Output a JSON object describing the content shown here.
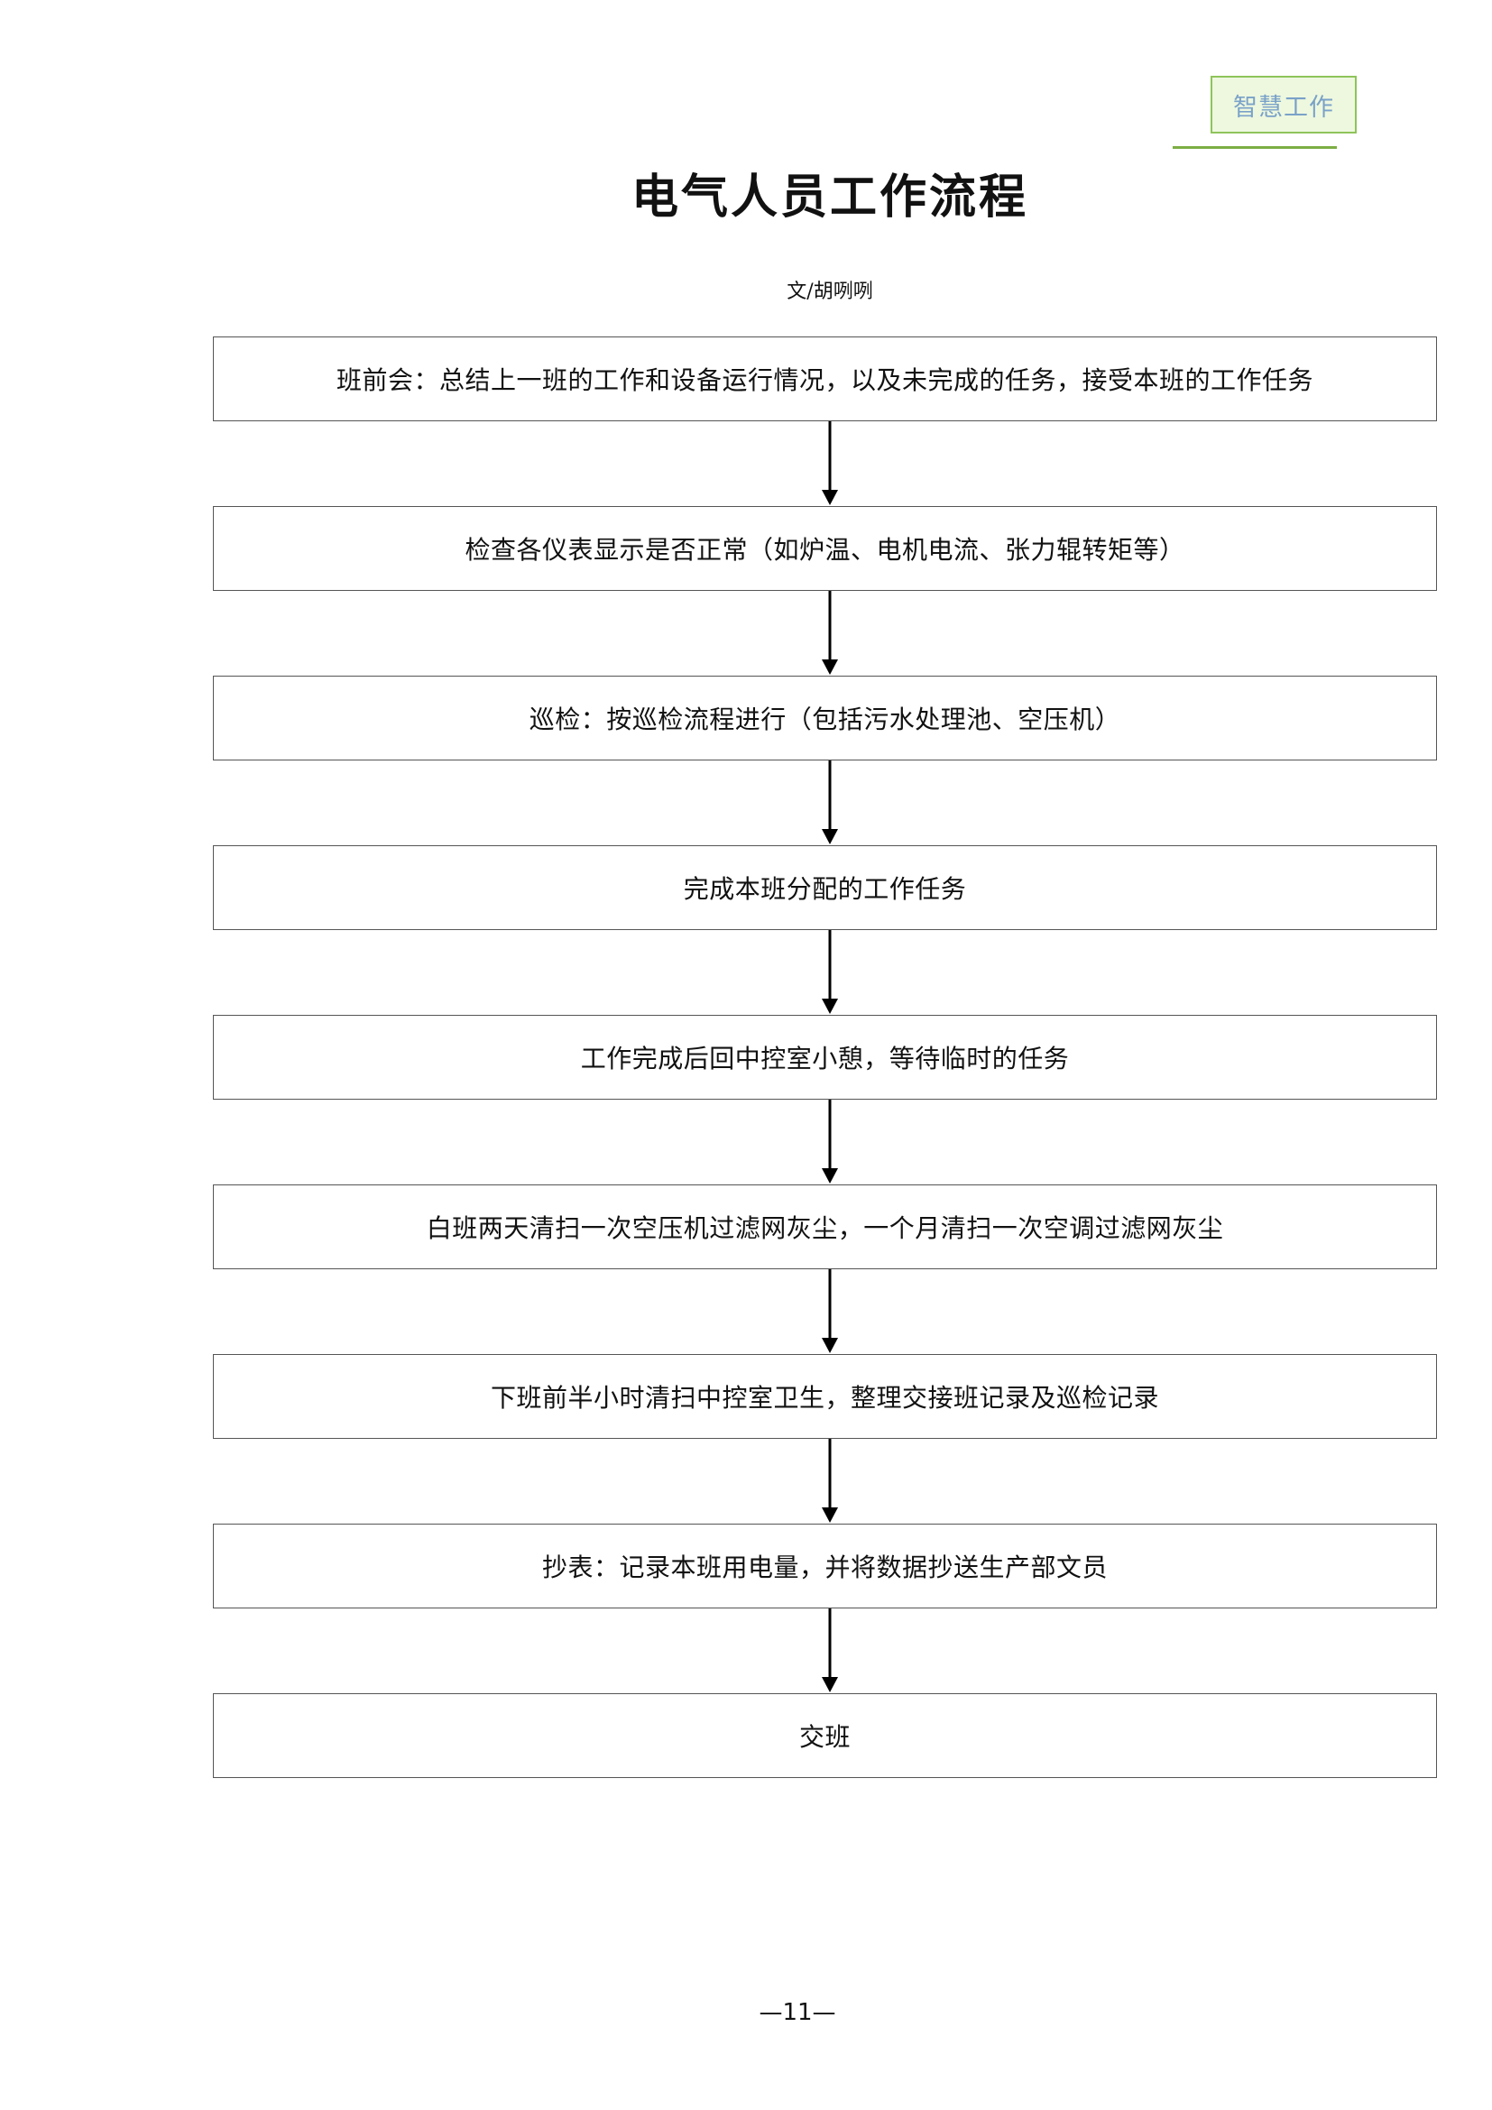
{
  "header": {
    "badge_text": "智慧工作"
  },
  "document": {
    "title": "电气人员工作流程",
    "author": "文/胡咧咧"
  },
  "flowchart": {
    "steps": [
      "班前会：总结上一班的工作和设备运行情况，以及未完成的任务，接受本班的工作任务",
      "检查各仪表显示是否正常（如炉温、电机电流、张力辊转矩等）",
      "巡检：按巡检流程进行（包括污水处理池、空压机）",
      "完成本班分配的工作任务",
      "工作完成后回中控室小憩，等待临时的任务",
      "白班两天清扫一次空压机过滤网灰尘，一个月清扫一次空调过滤网灰尘",
      "下班前半小时清扫中控室卫生，整理交接班记录及巡检记录",
      "抄表：记录本班用电量，并将数据抄送生产部文员",
      "交班"
    ]
  },
  "footer": {
    "page_number": "—11—"
  }
}
